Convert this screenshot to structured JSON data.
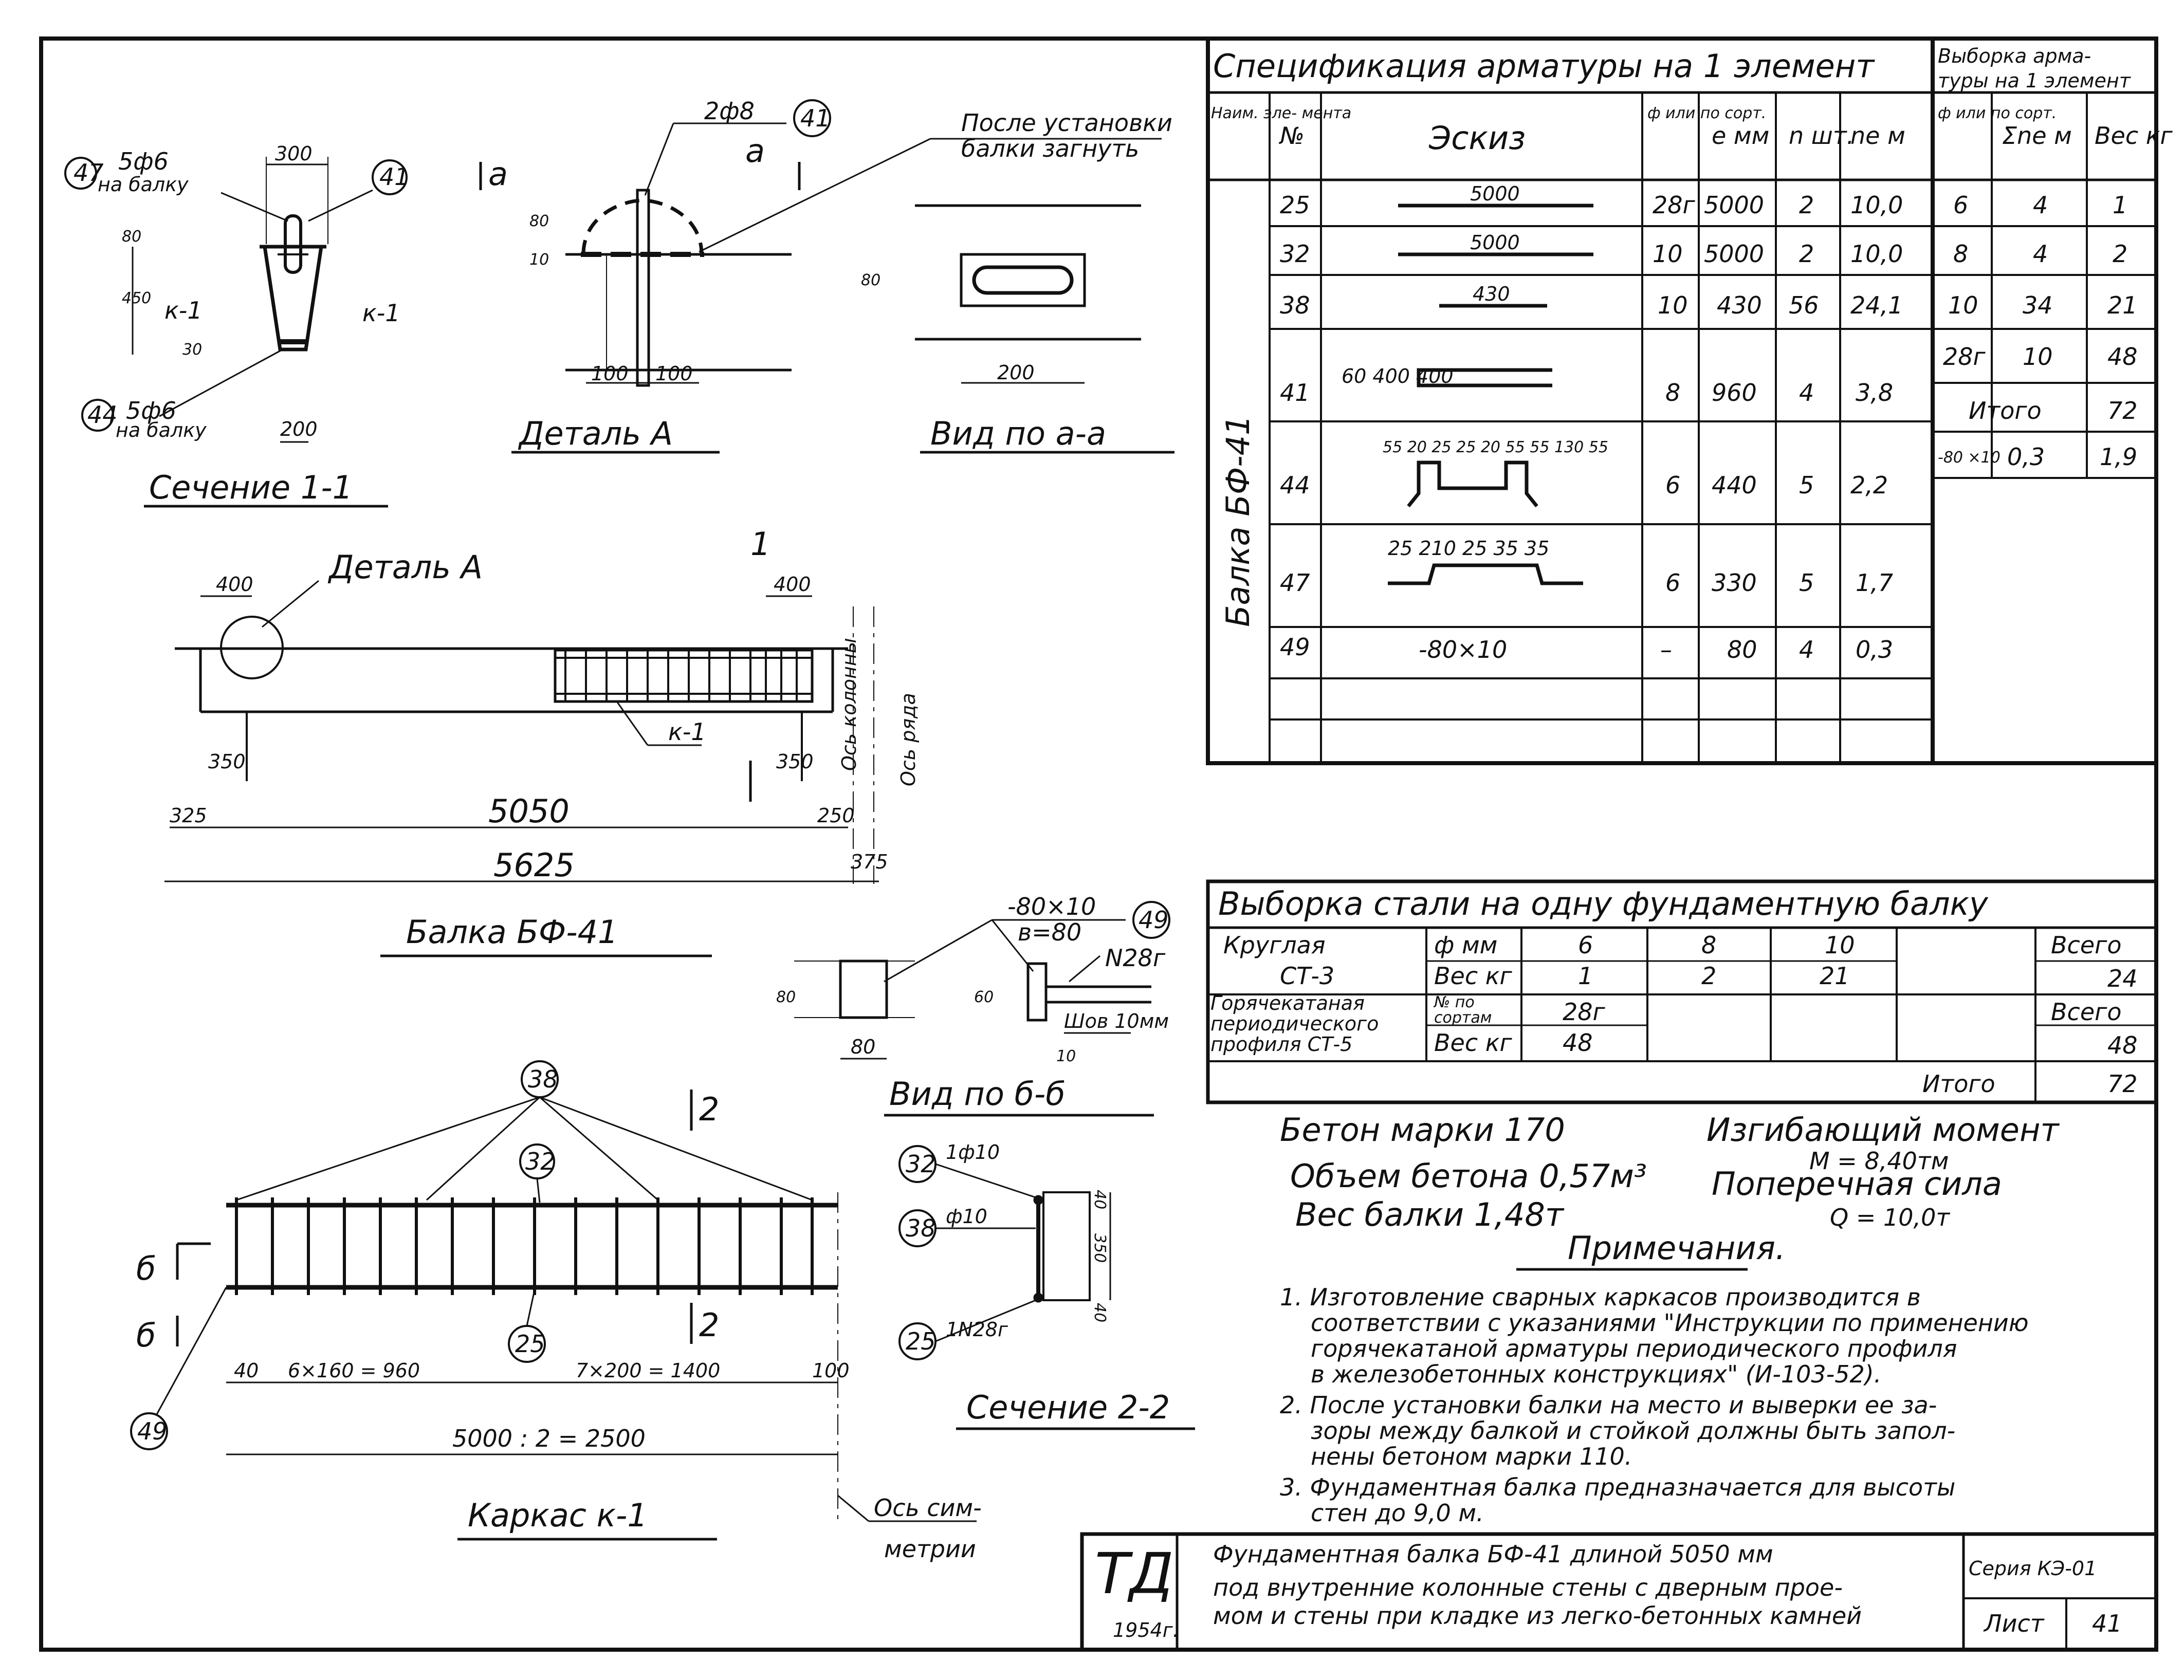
{
  "section_1_1": {
    "title": "Сечение 1-1",
    "dims": [
      "300",
      "80",
      "450",
      "30",
      "200"
    ],
    "labels": [
      "5ф6",
      "на балку",
      "к-1",
      "к-1",
      "5ф6",
      "на балку"
    ],
    "callouts": [
      "47",
      "41",
      "44"
    ]
  },
  "detail_a": {
    "title": "Деталь А",
    "bar_label": "2ф8",
    "callout": "41",
    "dims": [
      "80",
      "10",
      "100",
      "100"
    ],
    "section_marks": [
      "а",
      "а"
    ],
    "note": [
      "После установки",
      "балки загнуть"
    ]
  },
  "view_aa": {
    "title": "Вид по а-а",
    "dims": [
      "80",
      "200"
    ]
  },
  "beam": {
    "title": "Балка БФ-41",
    "detail_label": "Деталь А",
    "frame_label": "к-1",
    "cut_mark": "1",
    "dims": [
      "400",
      "400",
      "350",
      "350",
      "325",
      "250",
      "375"
    ],
    "axis_labels": [
      "Ось колонны",
      "Ось ряда"
    ],
    "len_5050": "5050",
    "len_5625": "5625"
  },
  "view_bb": {
    "title": "Вид по б-б",
    "plate": [
      "-80×10",
      "в=80"
    ],
    "callout": "49",
    "bar": "N28г",
    "weld": "Шов 10мм",
    "dims": [
      "80",
      "80",
      "60",
      "10"
    ]
  },
  "frame_k1": {
    "title": "Каркас к-1",
    "callouts": [
      "38",
      "32",
      "25",
      "49"
    ],
    "section_mark": "2",
    "side_marks": [
      "б",
      "б"
    ],
    "dims": [
      "40",
      "6×160 = 960",
      "7×200 = 1400",
      "100"
    ],
    "total": "5000 : 2 = 2500",
    "axis": [
      "Ось сим-",
      "метрии"
    ]
  },
  "section_2_2": {
    "title": "Сечение 2-2",
    "bars": [
      "1ф10",
      "ф10",
      "1N28г"
    ],
    "callouts": [
      "32",
      "38",
      "25"
    ],
    "dims": [
      "40",
      "350",
      "40"
    ]
  },
  "spec": {
    "title": "Спецификация арматуры на 1 элемент",
    "sel_title": [
      "Выборка арма-",
      "туры на 1 элемент"
    ],
    "headers": [
      "Наим. эле- мента",
      "№",
      "Эскиз",
      "ф или по сорт.",
      "е мм",
      "n шт.",
      "nе м"
    ],
    "sel_headers": [
      "ф или по сорт.",
      "Σnе м",
      "Вес кг"
    ],
    "element_name": "Балка БФ-41",
    "rows": [
      {
        "no": "25",
        "sketch": "5000",
        "d": "28г",
        "l": "5000",
        "n": "2",
        "nl": "10,0"
      },
      {
        "no": "32",
        "sketch": "5000",
        "d": "10",
        "l": "5000",
        "n": "2",
        "nl": "10,0"
      },
      {
        "no": "38",
        "sketch": "430",
        "d": "10",
        "l": "430",
        "n": "56",
        "nl": "24,1"
      },
      {
        "no": "41",
        "sketch": "60 400 400",
        "d": "8",
        "l": "960",
        "n": "4",
        "nl": "3,8"
      },
      {
        "no": "44",
        "sketch": "55 20 25 25 20 55 55 130 55",
        "d": "6",
        "l": "440",
        "n": "5",
        "nl": "2,2"
      },
      {
        "no": "47",
        "sketch": "25 210 25 35 35",
        "d": "6",
        "l": "330",
        "n": "5",
        "nl": "1,7"
      },
      {
        "no": "49",
        "sketch": "-80×10",
        "d": "–",
        "l": "80",
        "n": "4",
        "nl": "0,3"
      }
    ],
    "selection": [
      {
        "d": "6",
        "sum": "4",
        "w": "1"
      },
      {
        "d": "8",
        "sum": "4",
        "w": "2"
      },
      {
        "d": "10",
        "sum": "34",
        "w": "21"
      },
      {
        "d": "28г",
        "sum": "10",
        "w": "48"
      }
    ],
    "sel_total_label": "Итого",
    "sel_total": "72",
    "plate_row": {
      "d": "-80 ×10",
      "sum": "0,3",
      "w": "1,9"
    }
  },
  "steel": {
    "title": "Выборка стали на одну фундаментную балку",
    "round_label": [
      "Круглая",
      "СТ-3"
    ],
    "dia_label": "ф мм",
    "dias": [
      "6",
      "8",
      "10"
    ],
    "weight_label": "Вес кг",
    "weights": [
      "1",
      "2",
      "21"
    ],
    "all_label": "Всего",
    "all_round": "24",
    "hot_label": [
      "Горячекатаная",
      "периодического",
      "профиля СТ-5"
    ],
    "sort_label": [
      "№ по",
      "сортам"
    ],
    "sort": "28г",
    "hot_weight": "48",
    "all_hot": "48",
    "total_label": "Итого",
    "total": "72"
  },
  "params": {
    "concrete": "Бетон марки 170",
    "volume": "Объем бетона 0,57м³",
    "weight": "Вес балки     1,48т",
    "moment_label": "Изгибающий момент",
    "moment": "M = 8,40тм",
    "shear_label": "Поперечная сила",
    "shear": "Q = 10,0т"
  },
  "notes": {
    "title": "Примечания.",
    "lines": [
      "1. Изготовление сварных каркасов производится в",
      "соответствии с указаниями \"Инструкции по применению",
      "горячекатаной арматуры периодического профиля",
      "в железобетонных конструкциях\" (И-103-52).",
      "2. После установки балки на место и выверки ее за-",
      "зоры между балкой и стойкой должны быть запол-",
      "нены бетоном марки 110.",
      "3. Фундаментная балка предназначается для высоты",
      "стен до 9,0 м."
    ]
  },
  "titleblock": {
    "logo": "ТД",
    "year": "1954г.",
    "description": [
      "Фундаментная балка БФ-41 длиной 5050 мм",
      "под внутренние колонные стены с дверным прое-",
      "мом и стены при кладке из легко-бетонных камней"
    ],
    "series": "Серия КЭ-01",
    "sheet_label": "Лист",
    "sheet": "41"
  }
}
